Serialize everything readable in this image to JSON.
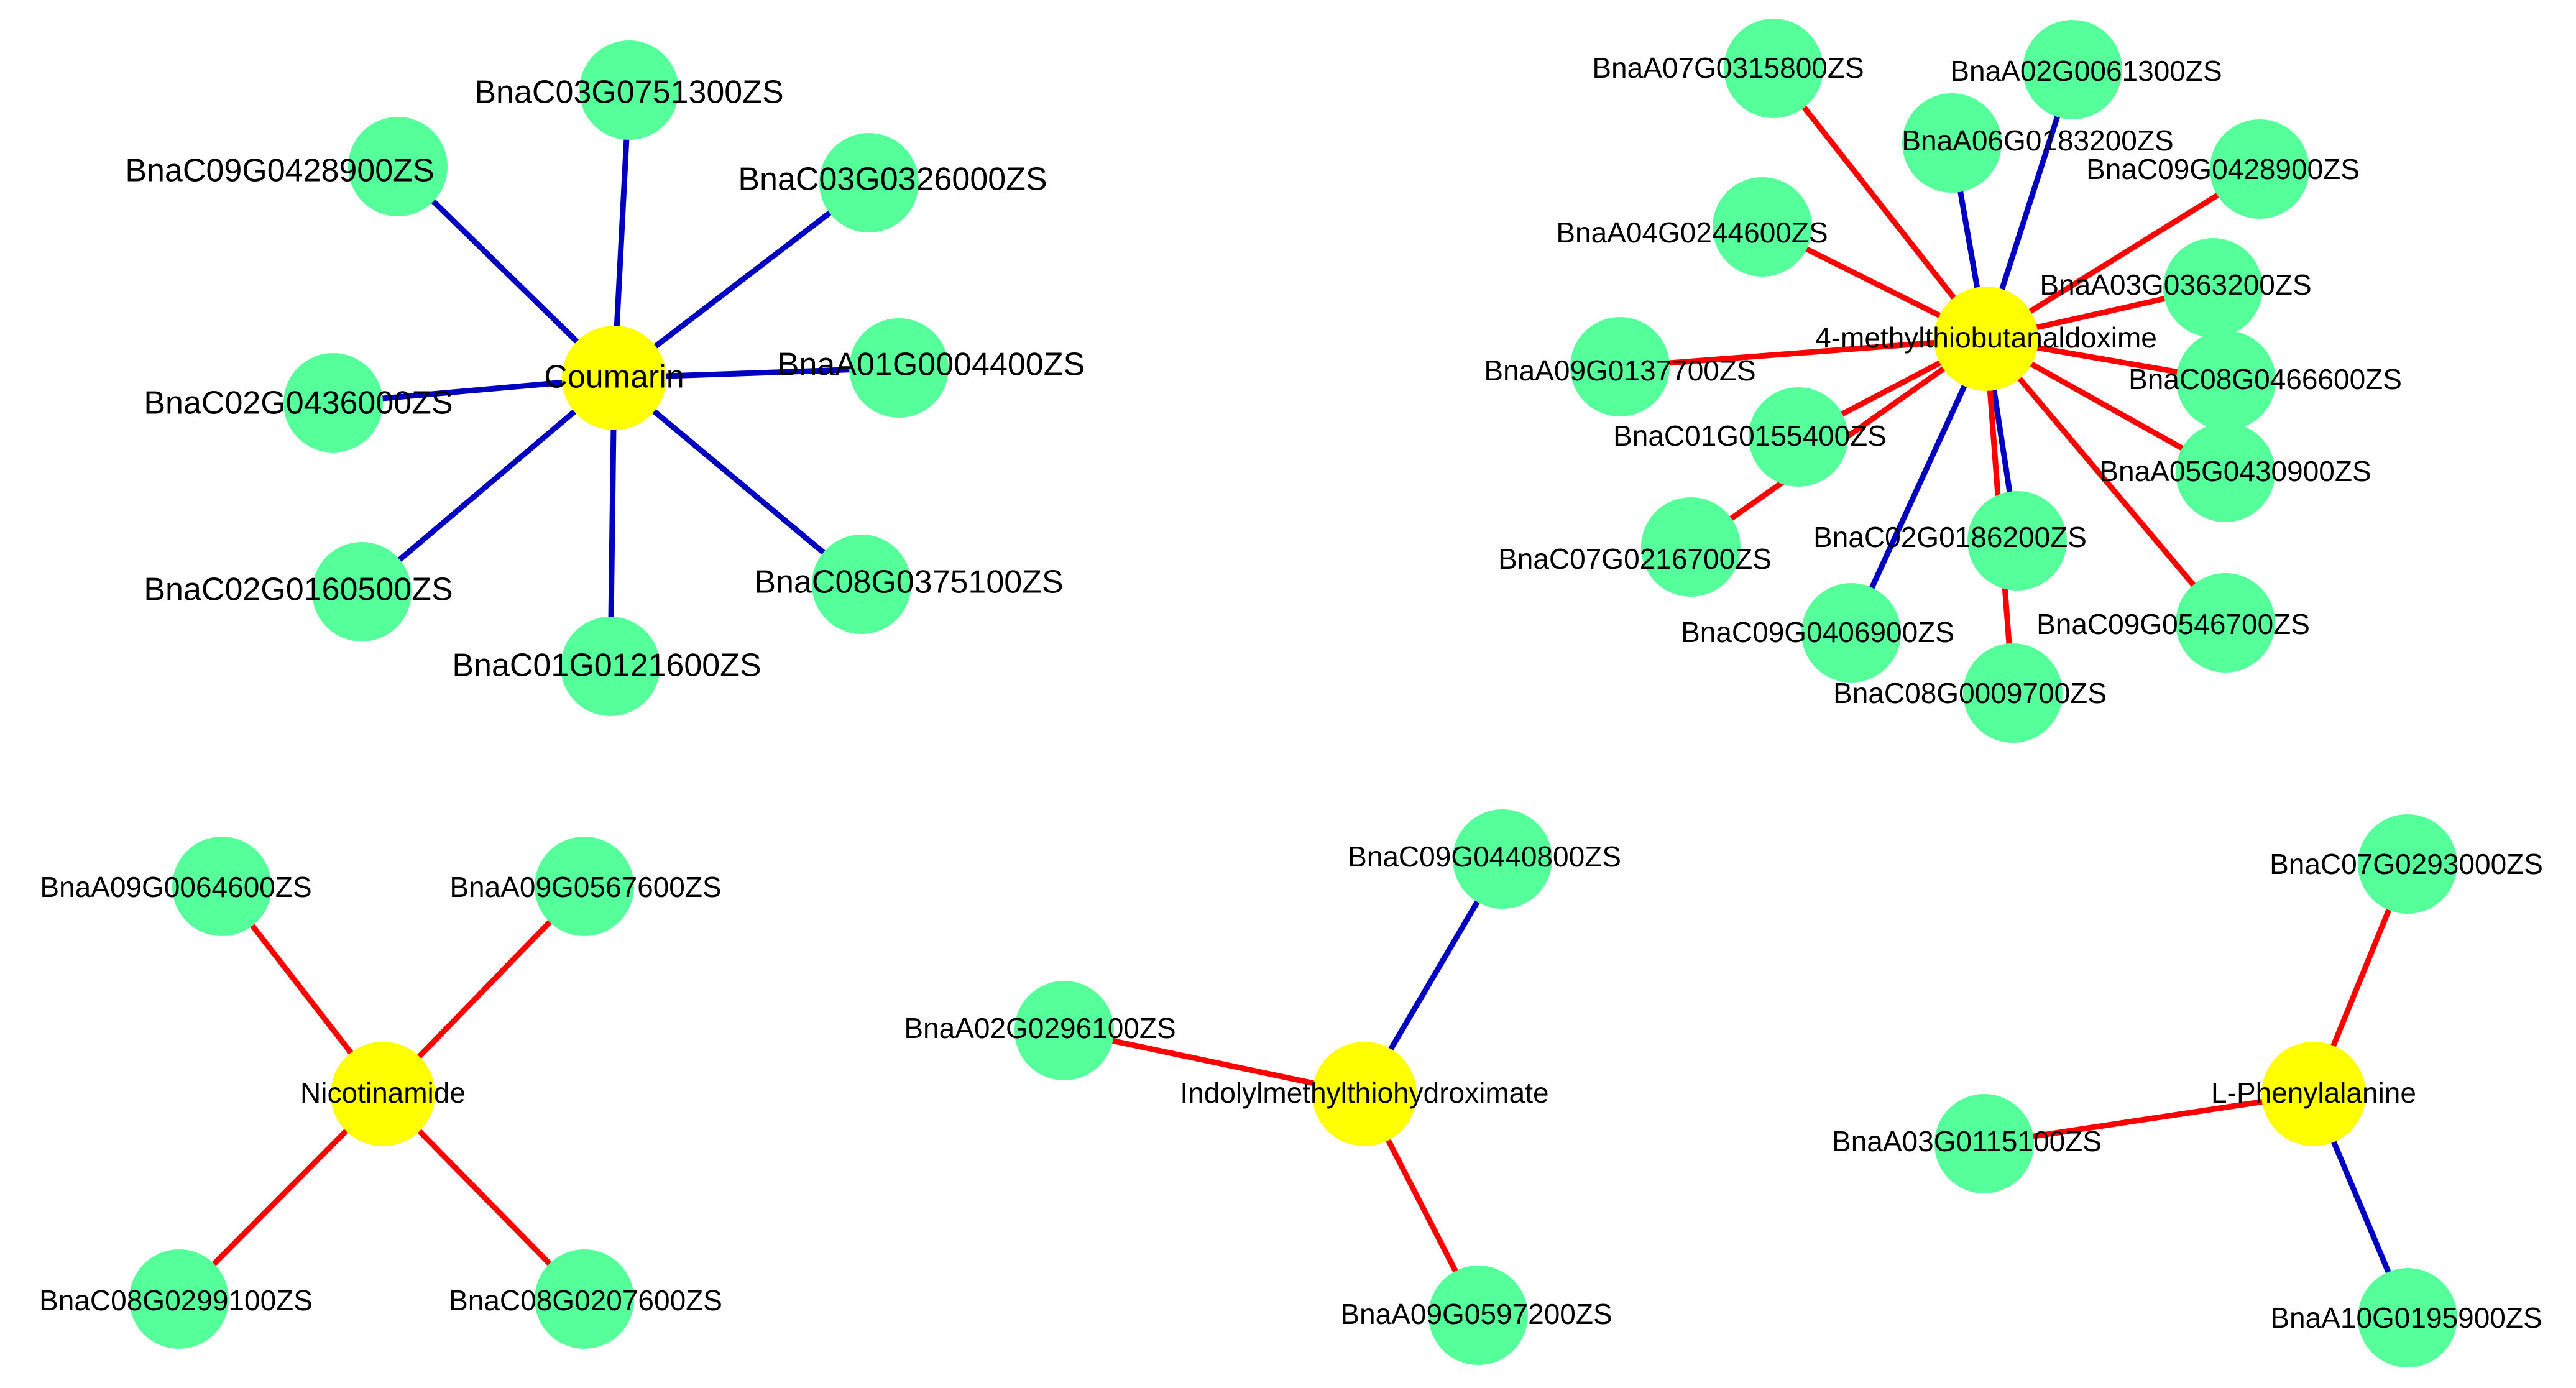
{
  "colors": {
    "metabolite_node": "#ffff00",
    "gene_node": "#55ff99",
    "edge_positive": "#ff0000",
    "edge_negative": "#0000c0",
    "background": "#ffffff"
  },
  "networks": [
    {
      "hub": {
        "label": "Coumarin"
      },
      "genes": [
        {
          "id": "BnaC03G0751300ZS",
          "edge": "negative"
        },
        {
          "id": "BnaC09G0428900ZS",
          "edge": "negative"
        },
        {
          "id": "BnaC03G0326000ZS",
          "edge": "negative"
        },
        {
          "id": "BnaC02G0436000ZS",
          "edge": "negative"
        },
        {
          "id": "BnaA01G0004400ZS",
          "edge": "negative"
        },
        {
          "id": "BnaC02G0160500ZS",
          "edge": "negative"
        },
        {
          "id": "BnaC08G0375100ZS",
          "edge": "negative"
        },
        {
          "id": "BnaC01G0121600ZS",
          "edge": "negative"
        }
      ]
    },
    {
      "hub": {
        "label": "4-methylthiobutanaldoxime"
      },
      "genes": [
        {
          "id": "BnaA07G0315800ZS",
          "edge": "positive"
        },
        {
          "id": "BnaA02G0061300ZS",
          "edge": "negative"
        },
        {
          "id": "BnaA06G0183200ZS",
          "edge": "negative"
        },
        {
          "id": "BnaC09G0428900ZS",
          "edge": "positive"
        },
        {
          "id": "BnaA04G0244600ZS",
          "edge": "positive"
        },
        {
          "id": "BnaA03G0363200ZS",
          "edge": "positive"
        },
        {
          "id": "BnaA09G0137700ZS",
          "edge": "positive"
        },
        {
          "id": "BnaC08G0466600ZS",
          "edge": "positive"
        },
        {
          "id": "BnaC01G0155400ZS",
          "edge": "positive"
        },
        {
          "id": "BnaA05G0430900ZS",
          "edge": "positive"
        },
        {
          "id": "BnaC07G0216700ZS",
          "edge": "positive"
        },
        {
          "id": "BnaC02G0186200ZS",
          "edge": "negative"
        },
        {
          "id": "BnaC09G0406900ZS",
          "edge": "negative"
        },
        {
          "id": "BnaC09G0546700ZS",
          "edge": "positive"
        },
        {
          "id": "BnaC08G0009700ZS",
          "edge": "positive"
        }
      ]
    },
    {
      "hub": {
        "label": "Nicotinamide"
      },
      "genes": [
        {
          "id": "BnaA09G0064600ZS",
          "edge": "positive"
        },
        {
          "id": "BnaA09G0567600ZS",
          "edge": "positive"
        },
        {
          "id": "BnaC08G0299100ZS",
          "edge": "positive"
        },
        {
          "id": "BnaC08G0207600ZS",
          "edge": "positive"
        }
      ]
    },
    {
      "hub": {
        "label": "Indolylmethylthiohydroximate"
      },
      "genes": [
        {
          "id": "BnaC09G0440800ZS",
          "edge": "negative"
        },
        {
          "id": "BnaA02G0296100ZS",
          "edge": "positive"
        },
        {
          "id": "BnaA09G0597200ZS",
          "edge": "positive"
        }
      ]
    },
    {
      "hub": {
        "label": "L-Phenylalanine"
      },
      "genes": [
        {
          "id": "BnaC07G0293000ZS",
          "edge": "positive"
        },
        {
          "id": "BnaA03G0115100ZS",
          "edge": "positive"
        },
        {
          "id": "BnaA10G0195900ZS",
          "edge": "negative"
        }
      ]
    }
  ]
}
